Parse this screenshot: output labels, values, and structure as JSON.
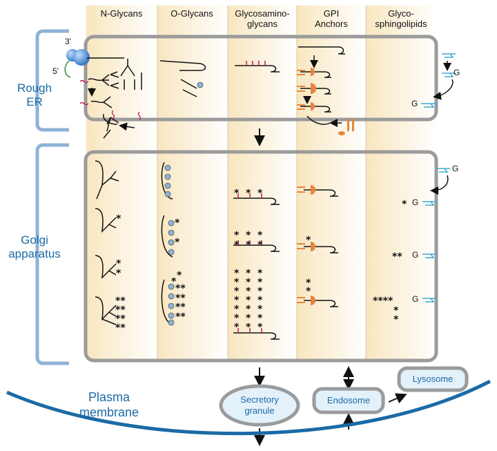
{
  "columns": [
    "N-Glycans",
    "O-Glycans",
    "Glycosamino-\nglycans",
    "GPI\nAnchors",
    "Glyco-\nsphingolipids"
  ],
  "compartments": {
    "rough_er": "Rough\nER",
    "golgi": "Golgi\napparatus",
    "plasma_membrane": "Plasma\nmembrane"
  },
  "destinations": {
    "secretory_granule": "Secretory\ngranule",
    "endosome": "Endosome",
    "lysosome": "Lysosome"
  },
  "strand_labels": {
    "three_prime": "3'",
    "five_prime": "5'"
  },
  "glycolipid_letter": "G",
  "colors": {
    "compartment_label": "#1b6aa5",
    "box_border": "#9b9b9b",
    "column_tint": "#f8e6bf",
    "gpi_anchor": "#e8843e",
    "glycolipid_tail": "#3fa8d8",
    "sugar_bead": "#8db3d6",
    "ribosome": "#3b7fd0",
    "membrane_arc": "#1b6aa5"
  }
}
